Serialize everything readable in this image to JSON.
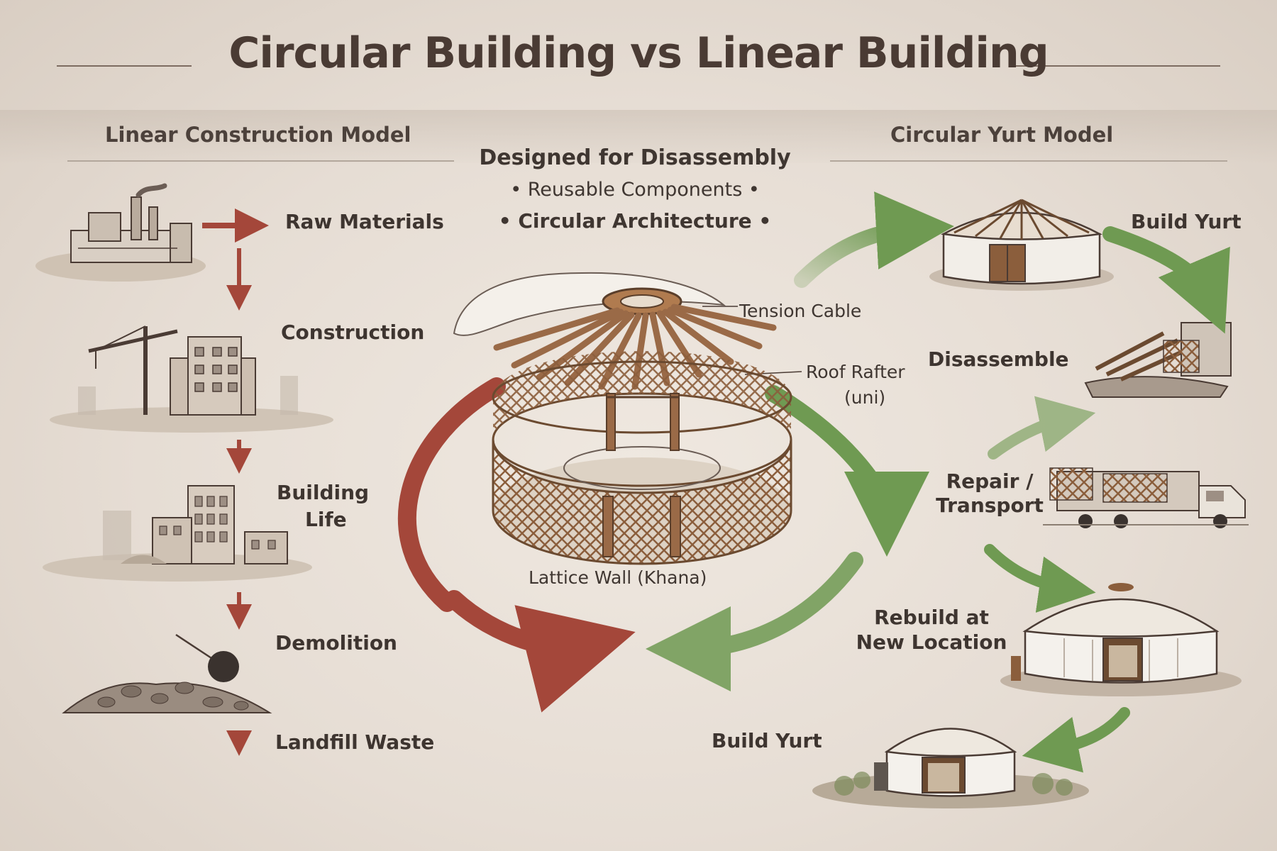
{
  "title": "Circular Building vs Linear Building",
  "linear": {
    "heading": "Linear Construction Model",
    "steps": [
      "Raw Materials",
      "Construction",
      "Building",
      "Life",
      "Demolition",
      "Landfill Waste"
    ]
  },
  "center": {
    "designed": "Designed for Disassembly",
    "bullet1": "• Reusable Components •",
    "bullet2": "• Circular Architecture •",
    "tension_cable": "Tension Cable",
    "roof_rafter": "Roof Rafter",
    "roof_rafter_sub": "(uni)",
    "lattice_wall": "Lattice Wall (Khana)"
  },
  "circular": {
    "heading": "Circular Yurt Model",
    "build_yurt_top": "Build Yurt",
    "disassemble": "Disassemble",
    "repair": "Repair /",
    "transport": "Transport",
    "rebuild1": "Rebuild at",
    "rebuild2": "New Location",
    "build_yurt_bottom": "Build Yurt"
  },
  "colors": {
    "background": "#e6ddd4",
    "title": "#4a3b34",
    "linear_arrow": "#a4473a",
    "circular_arrow": "#6f9a52",
    "wood": "#9a6a47"
  }
}
